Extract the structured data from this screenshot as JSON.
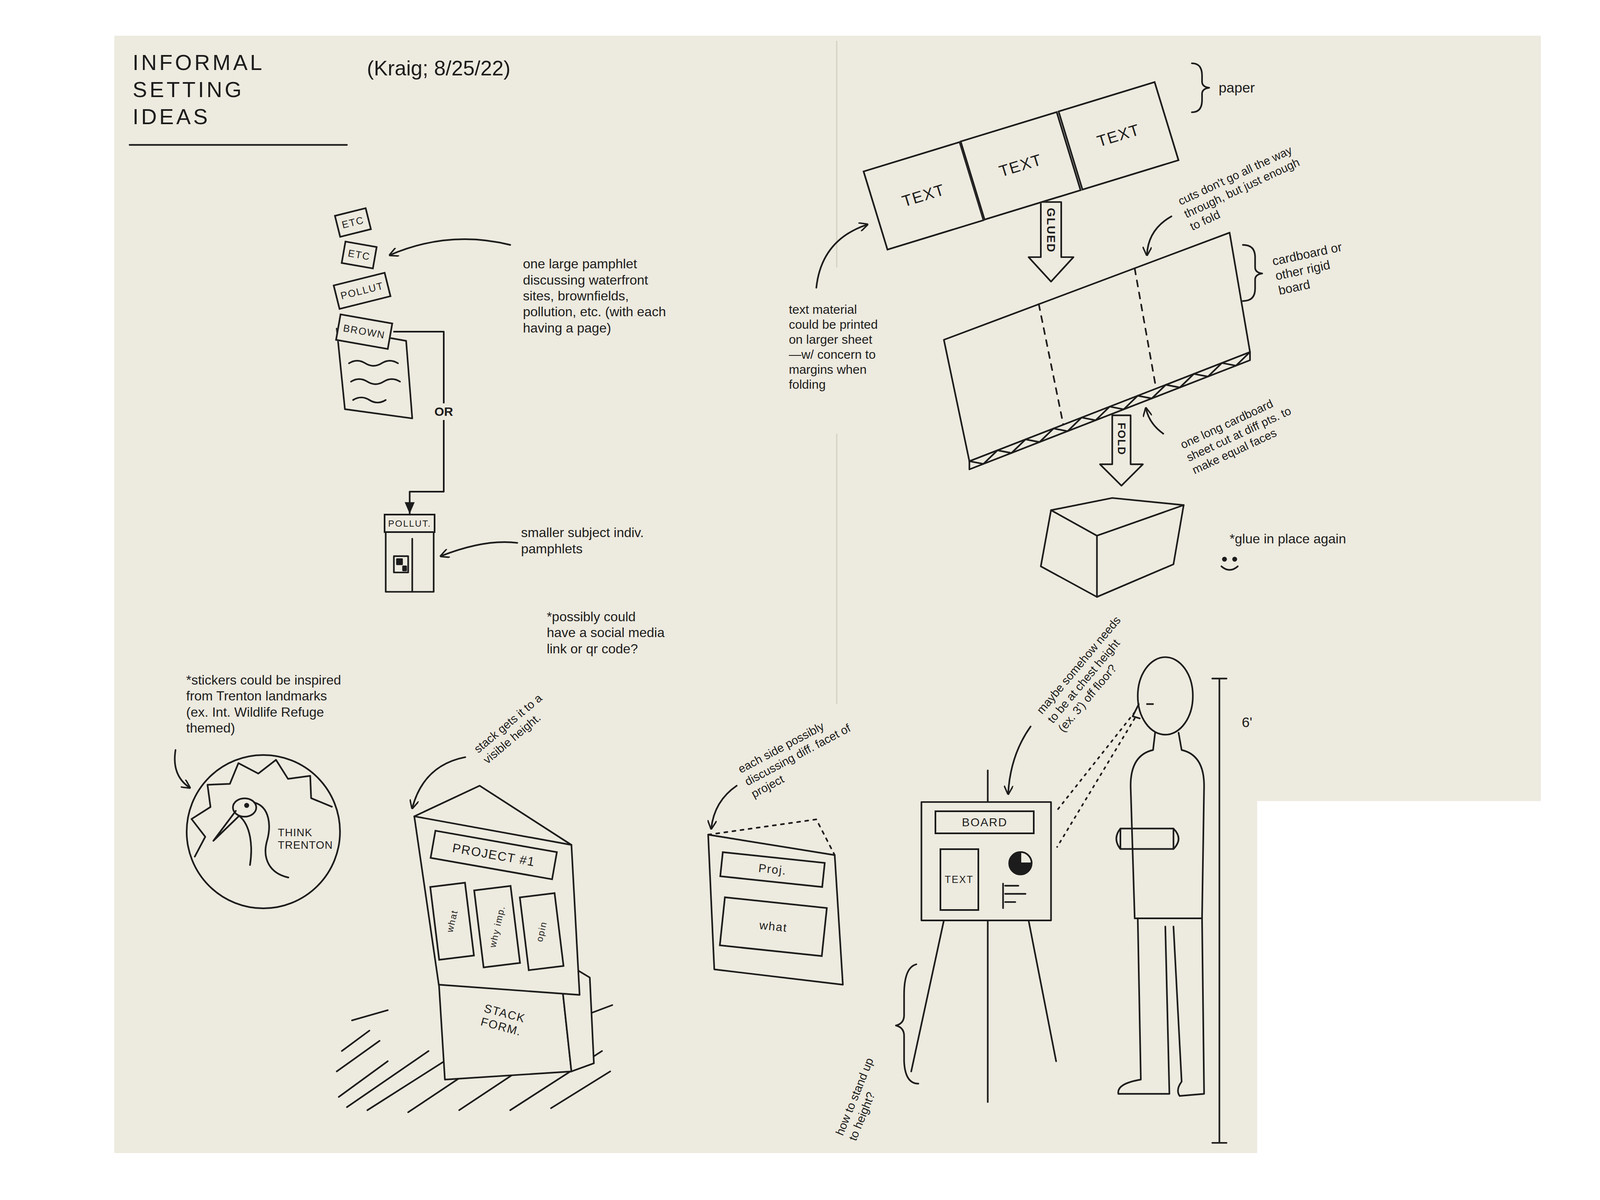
{
  "diagram": {
    "title": "INFORMAL SETTING IDEAS",
    "nodes": [
      {
        "text": [
          "ETC"
        ]
      },
      {
        "text": [
          "ETC"
        ]
      },
      {
        "text": [
          "POLLUT"
        ]
      },
      {
        "text": [
          "BROWN"
        ]
      },
      {
        "text": [
          "TEXT"
        ]
      },
      {
        "text": [
          "TEXT"
        ]
      },
      {
        "text": [
          "TEXT"
        ]
      },
      {
        "text": [
          "POLLUT."
        ]
      },
      {
        "text": [
          "THINK TRENTON"
        ]
      },
      {
        "text": [
          "PROJECT #1"
        ]
      },
      {
        "text": [
          "what"
        ]
      },
      {
        "text": [
          "why imp."
        ]
      },
      {
        "text": [
          "opin"
        ]
      },
      {
        "text": [
          "Proj."
        ]
      },
      {
        "text": [
          "what"
        ]
      },
      {
        "text": [
          "BOARD"
        ]
      },
      {
        "text": [
          "TEXT"
        ]
      },
      {
        "text": [
          "STACK FORM."
        ]
      }
    ],
    "edges": [
      {
        "from": 3,
        "to": 7,
        "label": "OR",
        "arrow": "to"
      }
    ],
    "labels": [
      "(Kraig; 8/25/22)",
      "one large pamphlet discussing waterfront sites, brownfields, pollution, etc. (with each having a page)",
      "paper",
      "GLUED",
      "cuts don't go all the way through, but just enough to fold",
      "cardboard or other rigid board",
      "text material could be printed on larger sheet—w/ concern to margins when folding",
      "one long cardboard sheet cut at diff pts. to make equal faces",
      "FOLD",
      "smaller subject indiv. pamphlets",
      "*possibly could have a social media link or qr code?",
      "*glue in place again",
      "*stickers could be inspired from Trenton landmarks (ex. Int. Wildlife Refuge themed)",
      "stack gets it to a visible height.",
      "each side possibly discussing diff. facet of project",
      "maybe somehow needs to be at chest height (ex. 3') off floor?",
      "6'",
      "how to stand up to height?"
    ]
  }
}
